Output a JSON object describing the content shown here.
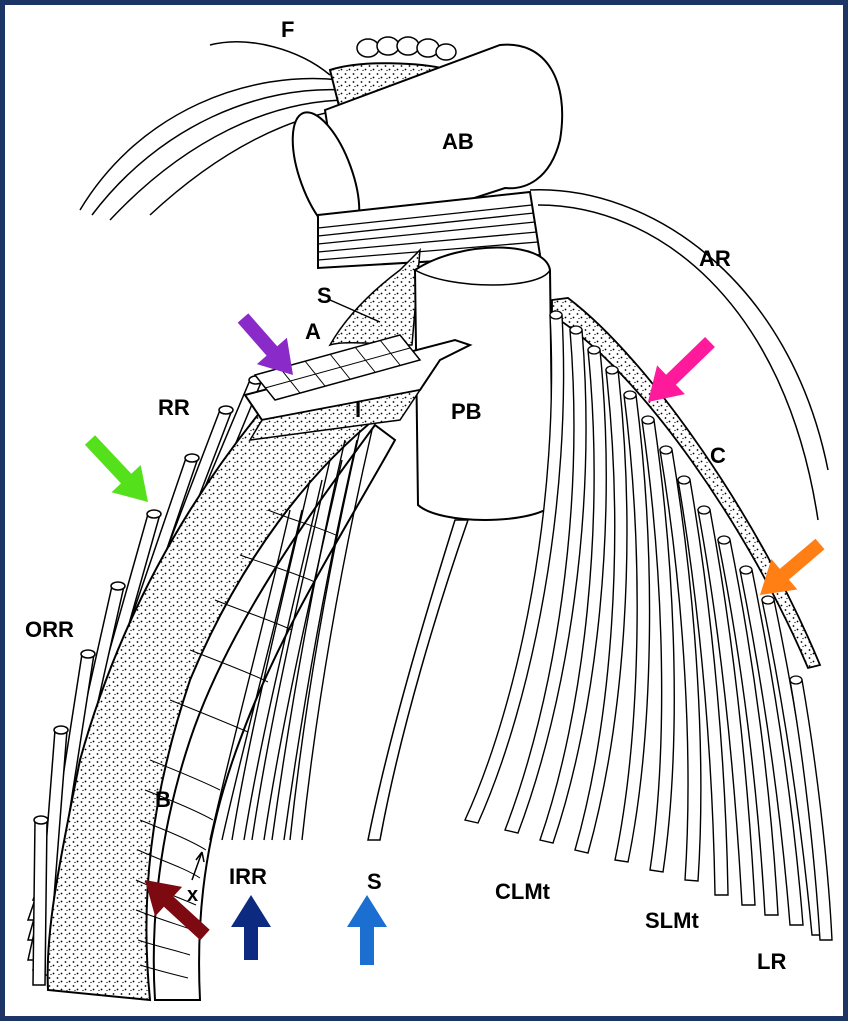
{
  "labels": {
    "f": "F",
    "ab": "AB",
    "ar": "AR",
    "s_top": "S",
    "a": "A",
    "rr": "RR",
    "i": "I",
    "pb": "PB",
    "c": "C",
    "orr": "ORR",
    "b": "B",
    "x": "x",
    "irr": "IRR",
    "s_bottom": "S",
    "clmt": "CLMt",
    "slmt": "SLMt",
    "lr": "LR"
  },
  "arrow_colors": {
    "purple": "#8a2ac8",
    "pink": "#ff1a9c",
    "green": "#55e01c",
    "orange": "#ff7f15",
    "dark_red": "#7d0a10",
    "navy": "#0b2a80",
    "blue": "#1a6fd0"
  },
  "frame_color": "#1c3564"
}
